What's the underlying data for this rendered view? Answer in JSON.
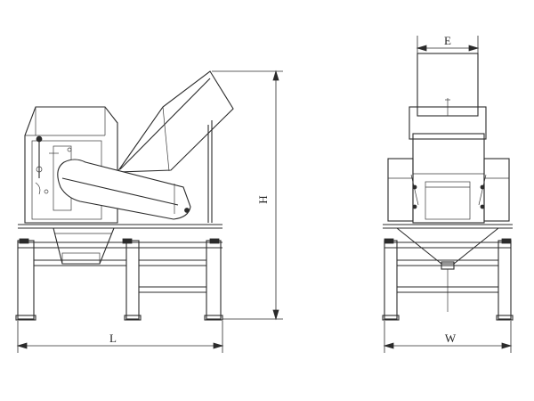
{
  "dimensions": {
    "length": "L",
    "height": "H",
    "width": "W",
    "feed_width": "E"
  },
  "colors": {
    "line": "#2b2b2b",
    "background": "#ffffff"
  }
}
